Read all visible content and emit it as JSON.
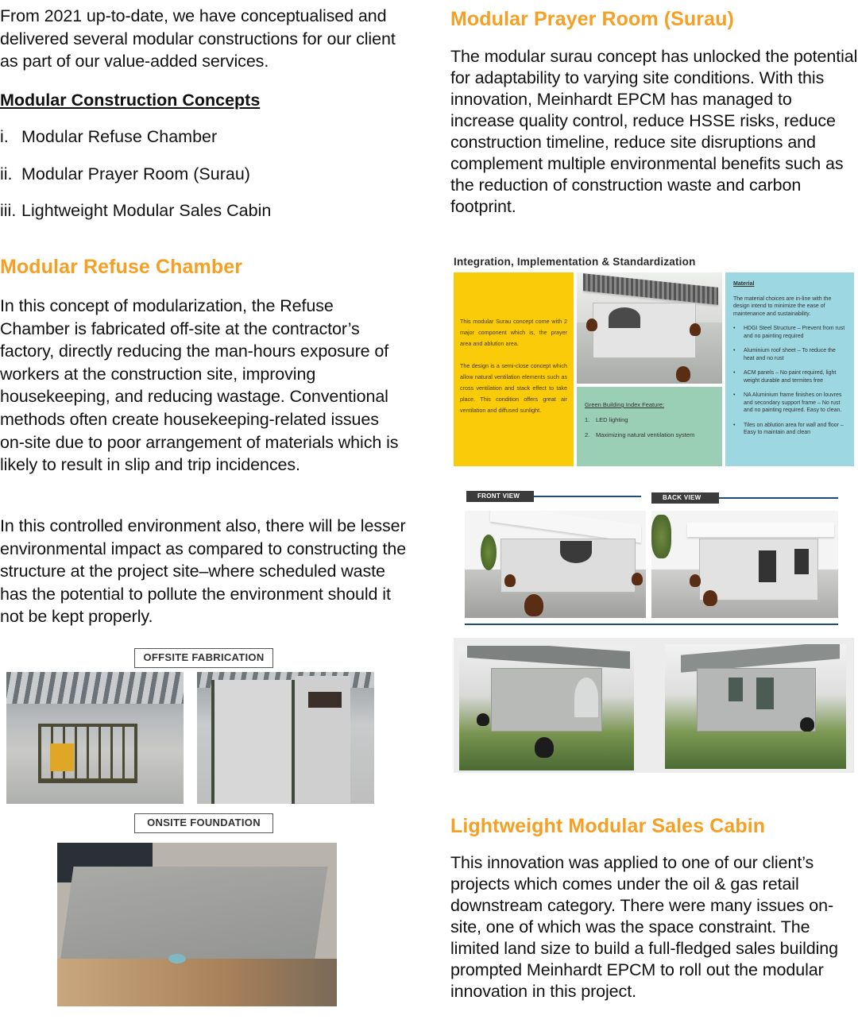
{
  "intro": {
    "paragraph": "From 2021 up-to-date, we have conceptualised and delivered several modular constructions for our client as part of our value-added services.",
    "concepts_title": "Modular Construction Concepts",
    "concepts": [
      {
        "num": "i.",
        "label": "Modular Refuse Chamber"
      },
      {
        "num": "ii.",
        "label": "Modular Prayer Room (Surau)"
      },
      {
        "num": "iii.",
        "label": "Lightweight Modular Sales Cabin"
      }
    ]
  },
  "refuse_chamber": {
    "heading": "Modular Refuse Chamber",
    "paragraphs": [
      "In this concept of modularization, the Refuse Chamber is fabricated off-site at the contractor’s factory, directly reducing the man-hours exposure of workers at the construction site, improving housekeeping, and reducing wastage. Conventional methods often create housekeeping-related issues on-site due to poor arrangement of materials which is likely to result in slip and trip incidences.",
      "In this controlled environment also, there will be lesser environmental impact as compared to constructing the structure at the project site–where scheduled waste has the potential to pollute the environment should it not be kept properly."
    ],
    "captions": {
      "offsite": "OFFSITE FABRICATION",
      "onsite": "ONSITE FOUNDATION"
    }
  },
  "prayer_room": {
    "heading": "Modular Prayer Room (Surau)",
    "paragraph": "The modular surau concept has unlocked the potential for adaptability to varying site conditions. With this innovation, Meinhardt EPCM has managed to increase quality control, reduce HSSE risks, reduce construction timeline, reduce site disruptions and complement multiple environmental benefits such as the reduction of construction waste and carbon footprint.",
    "infographic": {
      "title": "Integration, Implementation & Standardization",
      "yellow_panel": [
        "This modular Surau concept come with 2 major component which is, the prayer area and ablution area.",
        "The design is a semi-close concept which allow natural ventilation elements such as cross ventilation and stack effect to take place. This condition offers great air ventilation and diffused sunlight."
      ],
      "green_panel": {
        "title": "Green Building Index Feature:",
        "items": [
          {
            "num": "1.",
            "label": "LED lighting"
          },
          {
            "num": "2.",
            "label": "Maximizing natural ventilation system"
          }
        ]
      },
      "blue_panel": {
        "title": "Material",
        "intro": "The material choices are in-line with the design intend to minimize the ease of maintenance and sustainability.",
        "items": [
          "HDGI Steel Structure – Prevent from rust and no painting required",
          "Aluminium roof sheet – To reduce the heat and no rust",
          "ACM panels – No paint required, light weight durable and termites free",
          "NA Aluminium frame finishes on louvres and secondary support frame – No rust and no painting required. Easy to clean.",
          "Tiles on ablution area for wall and floor – Easy to maintain and clean"
        ]
      },
      "colors": {
        "yellow": "#f9cb08",
        "green": "#9acfb6",
        "blue": "#9dd7e1"
      }
    },
    "views": {
      "front": "FRONT VIEW",
      "back": "BACK VIEW"
    }
  },
  "sales_cabin": {
    "heading": "Lightweight Modular Sales Cabin",
    "paragraph": "This innovation was applied to one of our client’s projects which comes under the oil & gas retail downstream category. There were many issues on-site, one of which was the space constraint. The limited land size to build a full-fledged sales building prompted Meinhardt EPCM to roll out the modular innovation in this project."
  },
  "theme": {
    "accent": "#f5a024",
    "text": "#111111",
    "rule": "#1f4e79"
  }
}
